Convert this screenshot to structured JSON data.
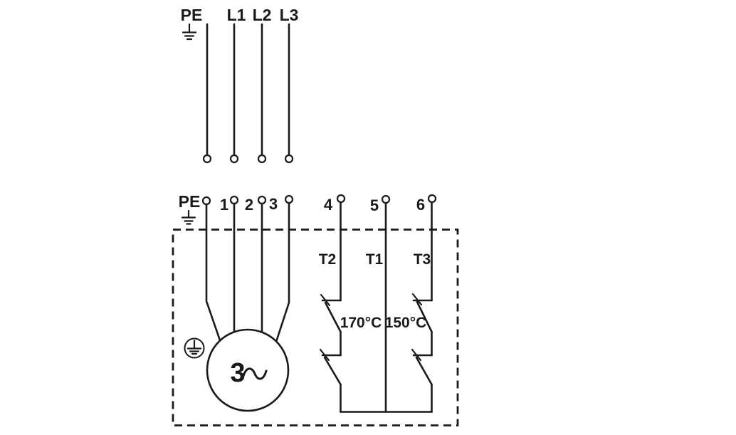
{
  "colors": {
    "line": "#1a1a1a",
    "background": "#ffffff"
  },
  "supply_row": {
    "pe_label": "PE",
    "phase_labels": [
      "L1",
      "L2",
      "L3"
    ]
  },
  "terminal_row": {
    "pe_label": "PE",
    "numbers": [
      "1",
      "2",
      "3",
      "4",
      "5",
      "6"
    ]
  },
  "thermal_sensors": {
    "labels": [
      "T2",
      "T1",
      "T3"
    ],
    "temperatures": [
      "170°C",
      "150°C"
    ]
  },
  "motor": {
    "phase_count": "3",
    "wave_symbol": "∼"
  },
  "icons": {
    "earth_ground": "earth-ground",
    "protective_earth": "protective-earth-in-circle",
    "ac_wave": "sine-wave"
  }
}
